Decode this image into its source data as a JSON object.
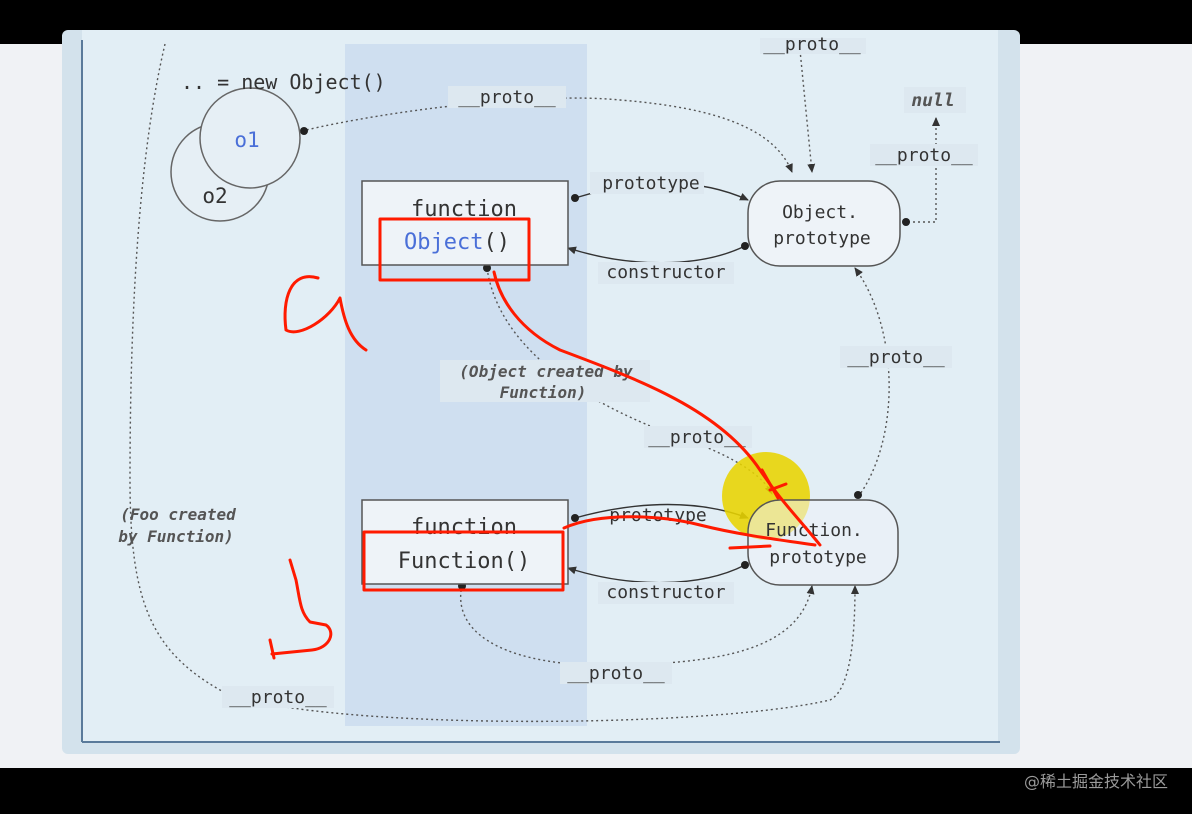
{
  "diagram": {
    "new_object_label": ".. = new Object()",
    "o1_label": "o1",
    "o2_label": "o2",
    "proto_label": "__proto__",
    "null_label": "null",
    "fn_object_keyword": "function",
    "fn_object_name": "Object",
    "fn_object_parens": "()",
    "fn_function_keyword": "function",
    "fn_function_name": "Function()",
    "object_prototype_line1": "Object.",
    "object_prototype_line2": "prototype",
    "function_prototype_line1": "Function.",
    "function_prototype_line2": "prototype",
    "prototype_label": "prototype",
    "constructor_label": "constructor",
    "object_created_note_line1": "(Object created by",
    "object_created_note_line2": "Function)",
    "foo_created_note_line1": "(Foo created",
    "foo_created_note_line2": "by Function)"
  },
  "annotations": {
    "mark_1": "a",
    "mark_2": "b",
    "highlight_color": "#e8d400",
    "ink_color": "#ff1a00"
  },
  "watermark": "@稀土掘金技术社区"
}
